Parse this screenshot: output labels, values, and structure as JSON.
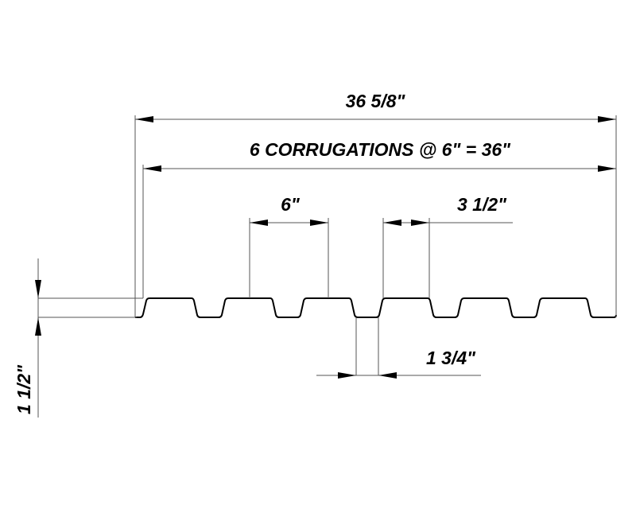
{
  "drawing": {
    "overall_width_label": "36 5/8\"",
    "coverage_label": "6 CORRUGATIONS @ 6\" = 36\"",
    "pitch_label": "6\"",
    "top_flat_label": "3 1/2\"",
    "bottom_flat_label": "1 3/4\"",
    "depth_label": "1 1/2\""
  },
  "colors": {
    "line": "#000000",
    "dimension_line": "#555555",
    "background": "#ffffff"
  }
}
